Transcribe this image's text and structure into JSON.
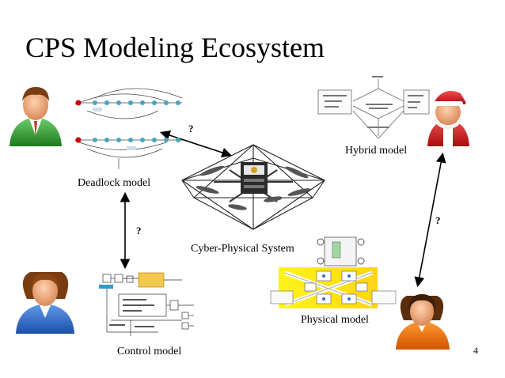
{
  "slide": {
    "title": "CPS Modeling Ecosystem",
    "page_number": "4"
  },
  "labels": {
    "deadlock": "Deadlock model",
    "hybrid": "Hybrid model",
    "cps": "Cyber-Physical System",
    "control": "Control model",
    "physical": "Physical model"
  },
  "questions": {
    "top": "?",
    "left": "?",
    "right": "?"
  },
  "icons": {
    "person_top_left": "man-avatar-green-icon",
    "person_bottom_left": "woman-avatar-blue-icon",
    "person_top_right": "santa-avatar-icon",
    "person_bottom_right": "woman-avatar-orange-icon"
  }
}
